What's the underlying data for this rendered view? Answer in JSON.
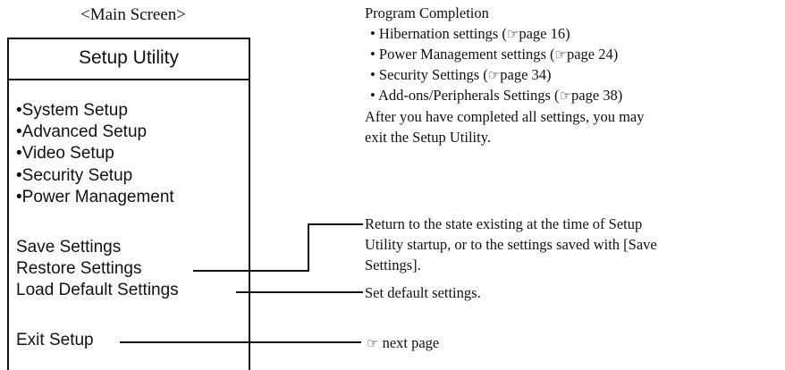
{
  "main_screen_caption": "<Main Screen>",
  "setup_panel": {
    "title": "Setup Utility",
    "menu_items": [
      "•System Setup",
      "•Advanced Setup",
      "•Video Setup",
      "•Security Setup",
      "•Power Management"
    ],
    "actions": [
      "Save Settings",
      "Restore Settings",
      "Load Default Settings",
      "Exit Setup"
    ]
  },
  "program_completion": {
    "heading": "Program Completion",
    "items": [
      {
        "text": "• Hibernation settings (",
        "ref": "page 16)"
      },
      {
        "text": "• Power Management settings (",
        "ref": "page 24)"
      },
      {
        "text": "• Security Settings (",
        "ref": "page 34)"
      },
      {
        "text": "• Add-ons/Peripherals Settings (",
        "ref": "page 38)"
      }
    ],
    "note_line1": "After you have completed all settings, you may",
    "note_line2": "exit the Setup Utility."
  },
  "restore_desc": {
    "line1": "Return to the state existing at the time of Setup",
    "line2": "Utility startup, or to the settings saved with [Save",
    "line3": "Settings]."
  },
  "load_default_desc": "Set default settings.",
  "exit_desc": "next page",
  "icons": {
    "pointing_hand": "☞"
  }
}
